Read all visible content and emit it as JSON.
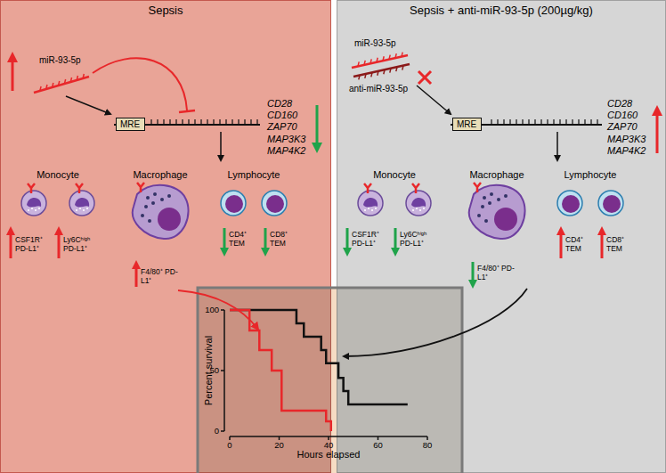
{
  "diagram": {
    "nodes": [
      {
        "text": [
          "Sepsis"
        ]
      },
      {
        "text": [
          "MRE"
        ],
        "in": 0
      },
      {
        "text": [
          "Sepsis + anti-miR-93-5p (200µg/kg)"
        ]
      },
      {
        "text": [
          "MRE"
        ],
        "in": 2
      },
      {
        "text": [
          "Percent survival",
          "Hours elapsed"
        ]
      }
    ],
    "labels": [
      "miR-93-5p",
      "CD28 CD160 ZAP70 MAP3K3 MAP4K2",
      "Monocyte",
      "Macrophage",
      "Lymphocyte",
      "CSF1R⁺ PD-L1⁺",
      "Ly6Cʰⁱᵍʰ PD-L1⁺",
      "F4/80⁺ PD-L1⁺",
      "CD4⁺ TEM",
      "CD8⁺ TEM",
      "miR-93-5p",
      "anti-miR-93-5p",
      "CD28 CD160 ZAP70 MAP3K3 MAP4K2",
      "Monocyte",
      "Macrophage",
      "Lymphocyte",
      "CSF1R⁺ PD-L1⁺",
      "Ly6Cʰⁱᵍʰ PD-L1⁺",
      "F4/80⁺ PD-L1⁺",
      "CD4⁺ TEM",
      "CD8⁺ TEM",
      "100",
      "50",
      "0",
      "0",
      "20",
      "40",
      "60",
      "80"
    ]
  }
}
